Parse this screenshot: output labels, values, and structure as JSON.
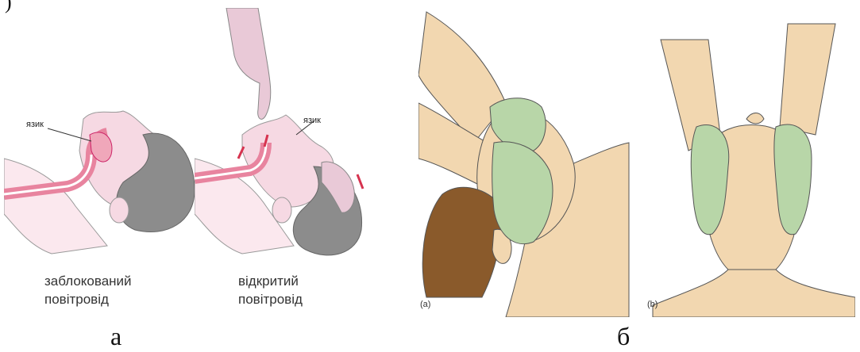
{
  "fragment_top": ")",
  "panel_a": {
    "letter": "а",
    "blocked": {
      "tongue_label": "язик",
      "caption_line1": "заблокований",
      "caption_line2": "повітровід"
    },
    "open": {
      "tongue_label": "язик",
      "caption_line1": "відкритий",
      "caption_line2": "повітровід"
    }
  },
  "panel_b": {
    "letter": "б",
    "sub_a": "(a)",
    "sub_b": "(b)"
  },
  "colors": {
    "skin_pink": "#f6d9e3",
    "airway_pink": "#e8849f",
    "hair_gray": "#8c8c8c",
    "skin_tan": "#f2d7b0",
    "glove_green": "#b8d6a8",
    "hair_brown": "#8a5a2b"
  }
}
